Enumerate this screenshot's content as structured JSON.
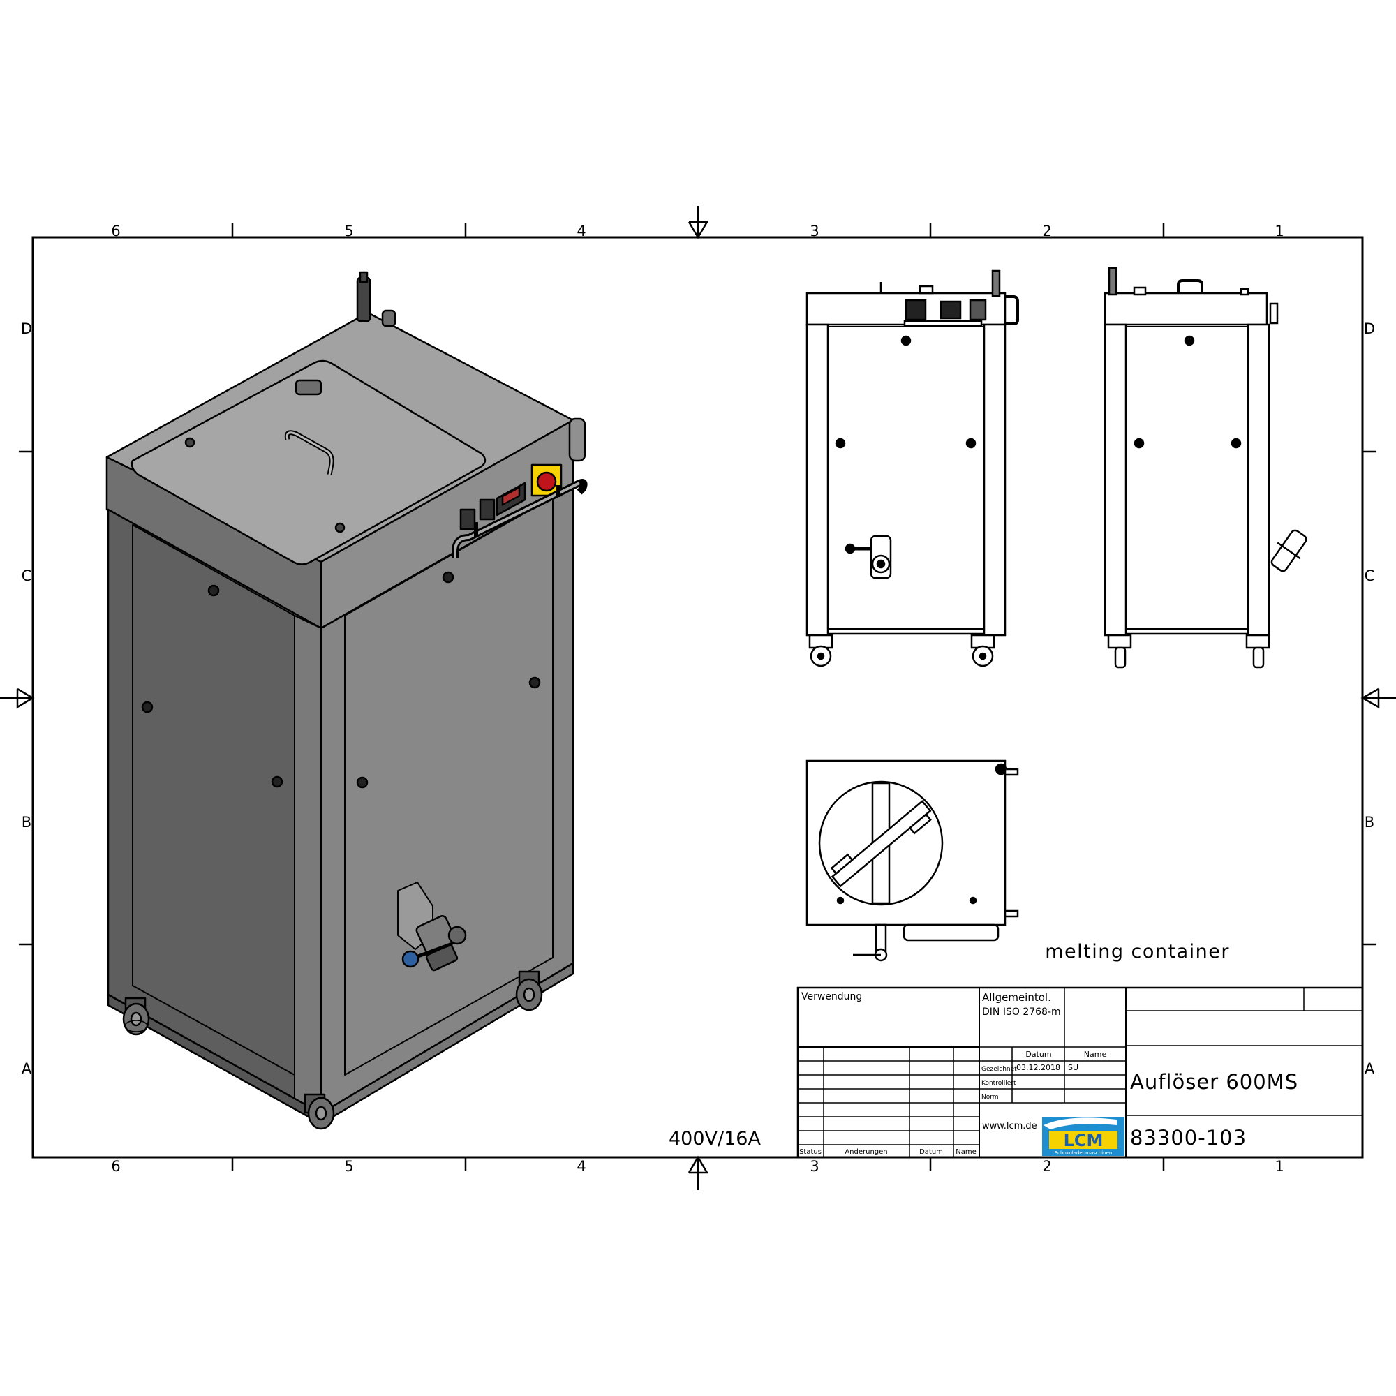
{
  "frame": {
    "col_labels": [
      "6",
      "5",
      "4",
      "3",
      "2",
      "1"
    ],
    "row_labels": [
      "D",
      "C",
      "B",
      "A"
    ]
  },
  "drawing": {
    "voltage_label": "400V/16A",
    "description": "melting container"
  },
  "title_block": {
    "verwendung": "Verwendung",
    "allgemeintol": "Allgemeintol.",
    "din": "DIN ISO 2768-m",
    "datum_header": "Datum",
    "name_header": "Name",
    "gezeichnet": "Gezeichnet",
    "gezeichnet_datum": "03.12.2018",
    "gezeichnet_name": "SU",
    "kontrolliert": "Kontrolliert",
    "norm": "Norm",
    "website": "www.lcm.de",
    "logo_text": "LCM",
    "logo_subtext": "Schokoladenmaschinen",
    "title": "Auflöser 600MS",
    "drawing_number": "83300-103",
    "status": "Status",
    "aenderungen": "Änderungen",
    "datum_footer": "Datum",
    "name_footer": "Name"
  },
  "colors": {
    "machine_side_dark": "#5e5e5e",
    "machine_front": "#858585",
    "machine_top": "#a2a2a2",
    "logo_blue": "#1d8fd0",
    "logo_yellow": "#f5d200",
    "switch_red": "#c0141b",
    "knob_blue": "#2e5f9e"
  }
}
